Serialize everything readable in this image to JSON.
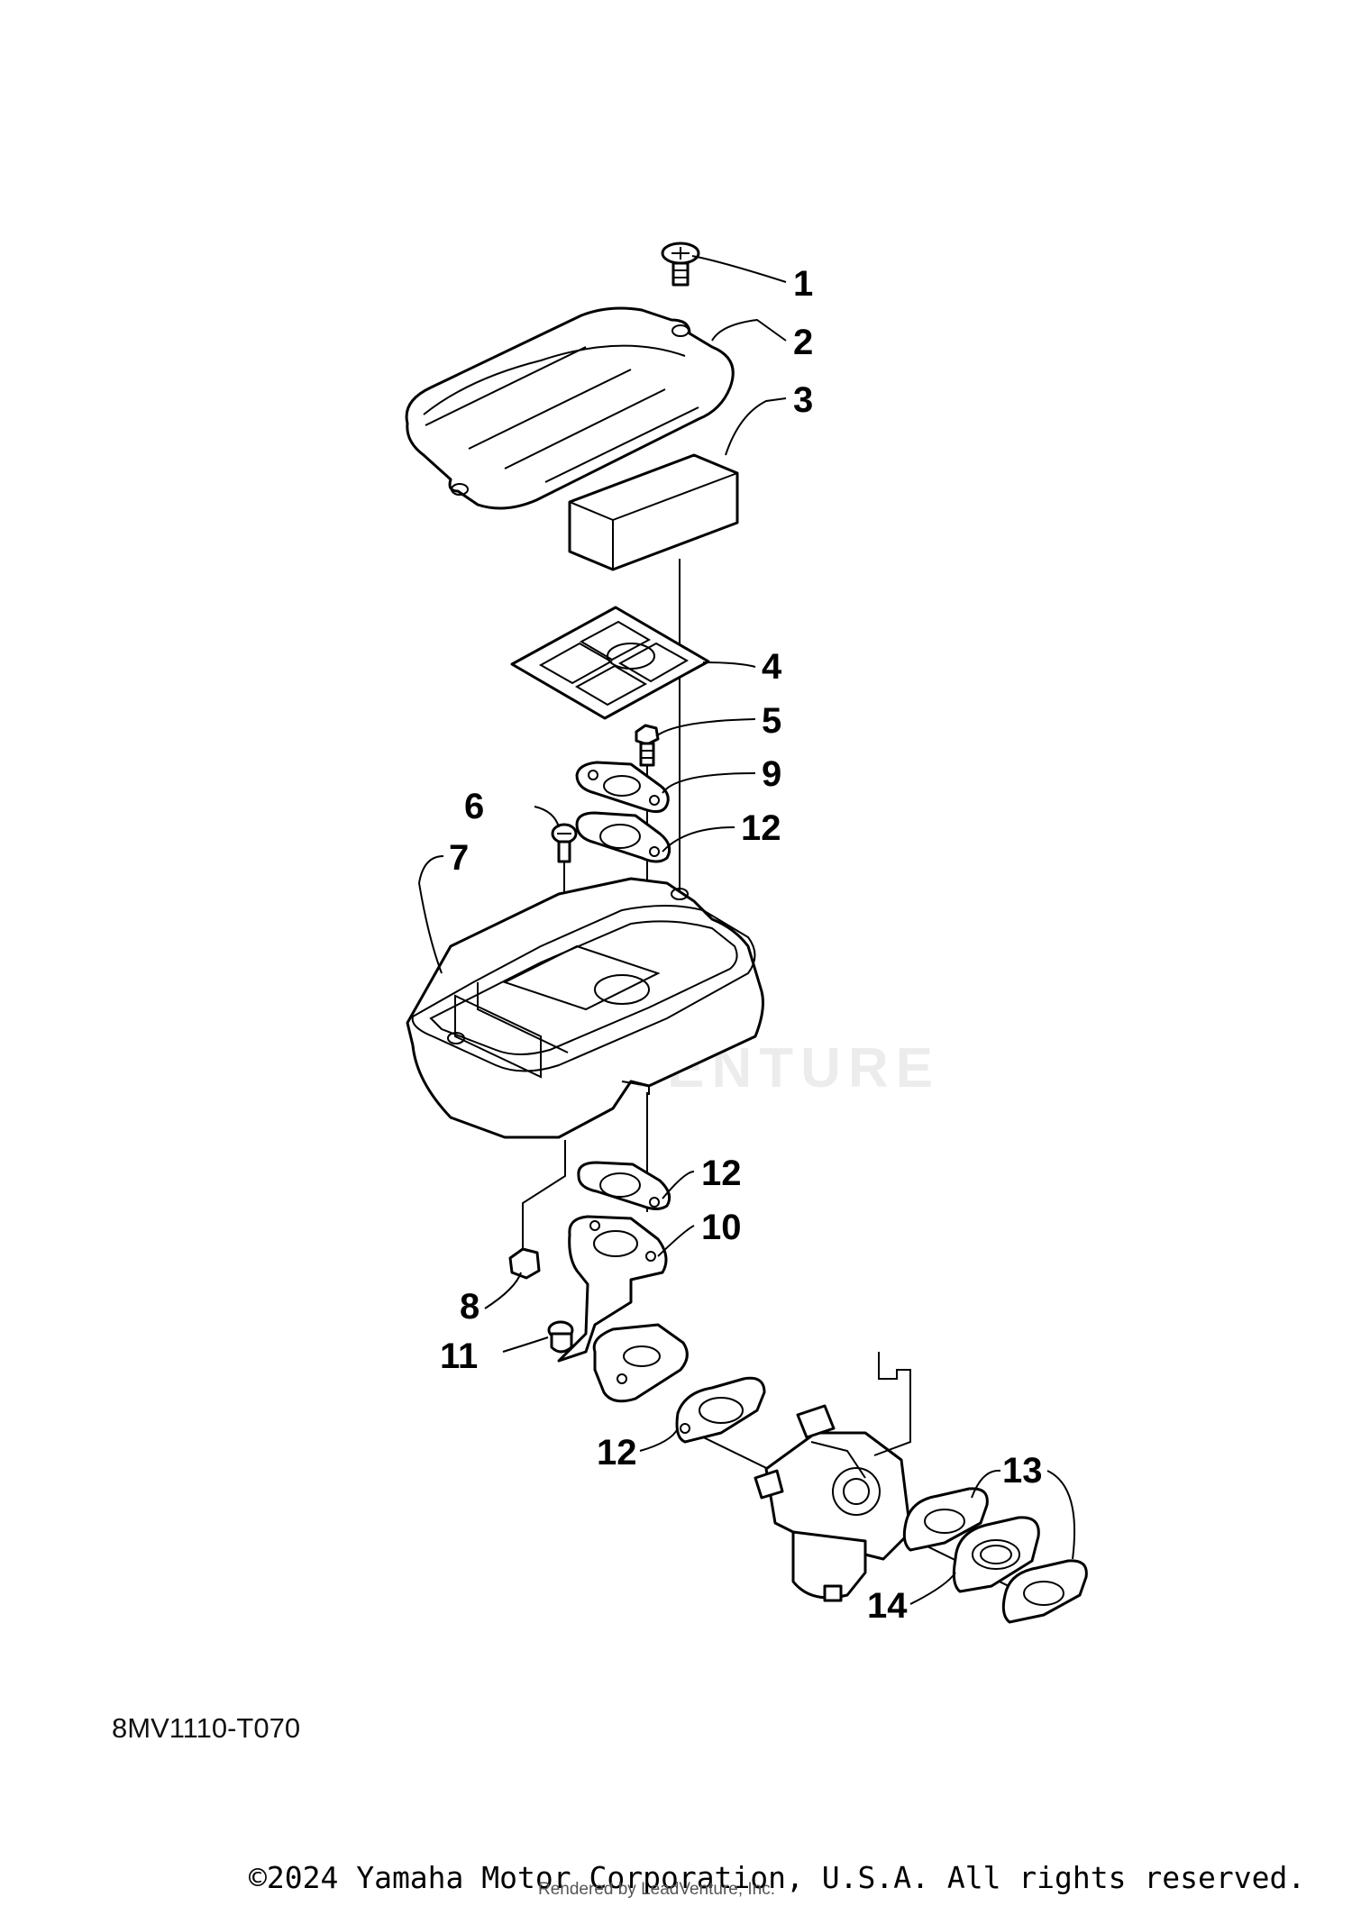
{
  "diagram": {
    "callouts": [
      "1",
      "2",
      "3",
      "4",
      "5",
      "9",
      "6",
      "12",
      "7",
      "12",
      "10",
      "8",
      "11",
      "12",
      "13",
      "14"
    ],
    "diagram_code": "8MV1110-T070",
    "watermark": "LEADVENTURE",
    "copyright": "©2024 Yamaha Motor Corporation, U.S.A. All rights reserved.",
    "rendered_by": "Rendered by LeadVenture, Inc."
  }
}
